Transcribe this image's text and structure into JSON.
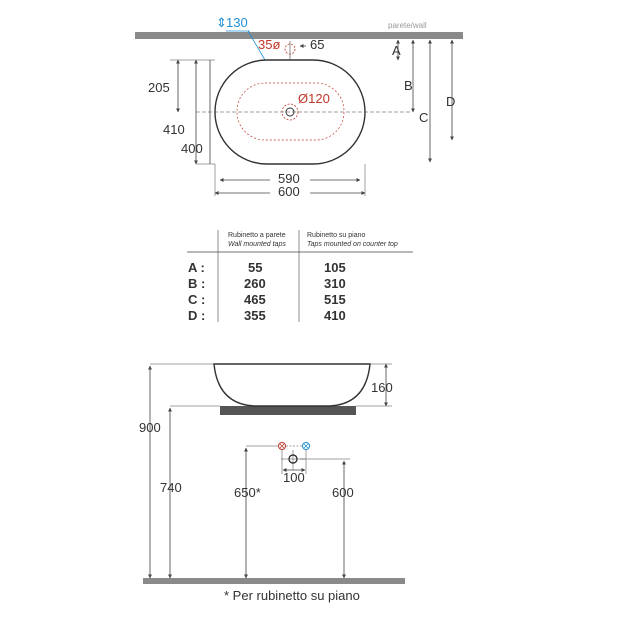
{
  "top_view": {
    "wall_label": "parete/wall",
    "dim_130": "130",
    "dim_35": "35ø",
    "dim_65": "65",
    "dim_205": "205",
    "dim_410": "410",
    "dim_400": "400",
    "dim_120": "Ø120",
    "dim_590": "590",
    "dim_600": "600",
    "letter_a": "A",
    "letter_b": "B",
    "letter_c": "C",
    "letter_d": "D"
  },
  "table": {
    "col1_title": "Rubinetto a parete",
    "col1_subtitle": "Wall mounted taps",
    "col2_title": "Rubinetto su piano",
    "col2_subtitle": "Taps mounted on counter top",
    "rows": [
      {
        "label": "A :",
        "wall": "55",
        "counter": "105"
      },
      {
        "label": "B :",
        "wall": "260",
        "counter": "310"
      },
      {
        "label": "C :",
        "wall": "465",
        "counter": "515"
      },
      {
        "label": "D :",
        "wall": "355",
        "counter": "410"
      }
    ]
  },
  "side_view": {
    "dim_160": "160",
    "dim_900": "900",
    "dim_740": "740",
    "dim_650": "650*",
    "dim_600": "600",
    "dim_100": "100"
  },
  "footnote": "* Per rubinetto su piano",
  "colors": {
    "hot": "#c0392b",
    "cold": "#1f8fd6",
    "line": "#444444",
    "counter": "#555555"
  }
}
